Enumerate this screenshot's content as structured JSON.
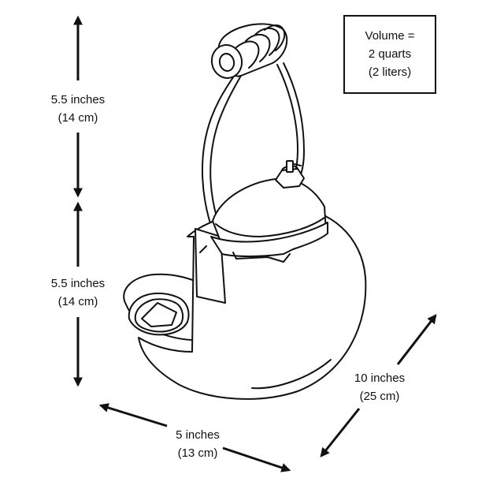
{
  "dimensions": {
    "upper_height": {
      "line1": "5.5 inches",
      "line2": "(14 cm)"
    },
    "lower_height": {
      "line1": "5.5 inches",
      "line2": "(14 cm)"
    },
    "width": {
      "line1": "5 inches",
      "line2": "(13 cm)"
    },
    "depth": {
      "line1": "10 inches",
      "line2": "(25 cm)"
    }
  },
  "volume_box": {
    "line1": "Volume =",
    "line2": "2 quarts",
    "line3": "(2 liters)"
  },
  "colors": {
    "ink": "#111111",
    "background": "#ffffff"
  }
}
